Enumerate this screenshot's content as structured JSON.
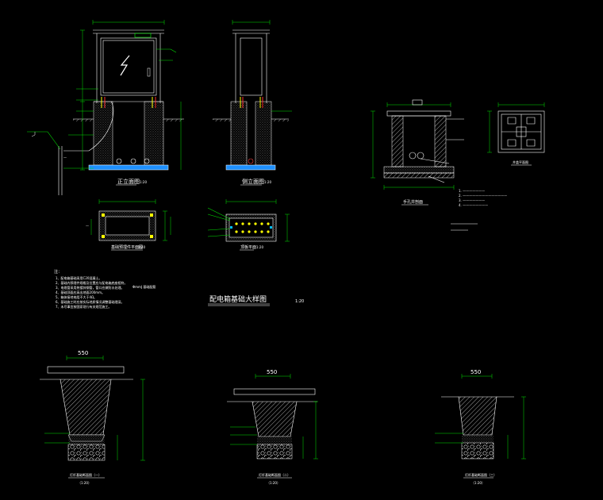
{
  "drawing": {
    "main_title": "配电箱基础大样图",
    "main_scale": "1:20",
    "colors": {
      "background": "#000000",
      "line": "#ffffff",
      "dimension": "#00e000",
      "highlight": "#ffff00",
      "water": "#1e90ff",
      "accent": "#ff00ff"
    }
  },
  "views": {
    "front_elevation_label": "正立面图",
    "front_elevation_scale": "1:20",
    "side_elevation_label": "侧立面图",
    "side_elevation_scale": "1:20",
    "foundation_plan_label": "基础预埋件平面图",
    "foundation_plan_scale": "1:20",
    "top_plan_label": "顶板平面",
    "top_plan_scale": "1:20",
    "handhole_section_label": "手孔井剖面",
    "handhole_plan_label": "井盖平面图"
  },
  "notes": {
    "heading": "注：",
    "items": [
      "1、配电箱基础采用C20混凝土。",
      "2、基础内预埋件规格及位置应与配电箱底座相符。",
      "3、电缆管采用热镀锌钢管，管口应做防水处理。",
      "4、基础顶面应高出地面200mm。",
      "5、箱体接地电阻不大于4Ω。",
      "6、基础施工时应按实际地质情况调整基础埋深。",
      "7、未尽事宜按国家现行有关规范施工。"
    ],
    "side_note": "ΦmmJ  基础配筋"
  },
  "bottom_details": [
    {
      "top_dim": "550",
      "caption": "灯杆基础断面图（一）",
      "scale": "（1:20）"
    },
    {
      "top_dim": "550",
      "caption": "灯杆基础断面图（二）",
      "scale": "（1:20）"
    },
    {
      "top_dim": "550",
      "caption": "灯杆基础断面图（三）",
      "scale": "（1:20）"
    }
  ]
}
